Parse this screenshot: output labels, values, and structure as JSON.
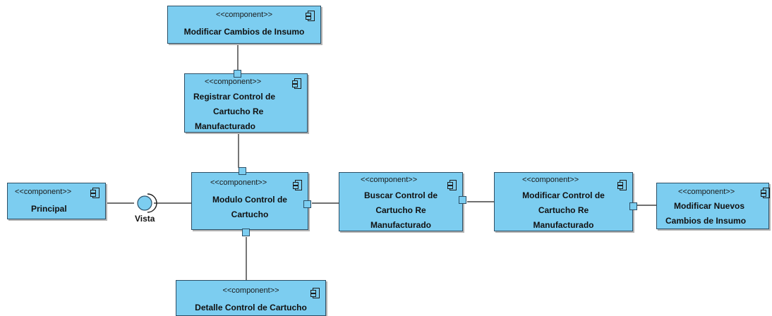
{
  "colors": {
    "component_fill": "#7ccdf0",
    "component_border": "#2c4f66",
    "connector": "#1a1a1a"
  },
  "components": {
    "modificar_cambios_insumo": {
      "stereotype": "<<component>>",
      "lines": [
        "Modificar Cambios de Insumo"
      ]
    },
    "registrar_control": {
      "stereotype": "<<component>>",
      "lines": [
        "Registrar Control de",
        "Cartucho Re",
        "Manufacturado"
      ]
    },
    "principal": {
      "stereotype": "<<component>>",
      "lines": [
        "Principal"
      ]
    },
    "modulo_control": {
      "stereotype": "<<component>>",
      "lines": [
        "Modulo Control de",
        "Cartucho"
      ]
    },
    "buscar_control": {
      "stereotype": "<<component>>",
      "lines": [
        "Buscar Control de",
        "Cartucho Re",
        "Manufacturado"
      ]
    },
    "modificar_control": {
      "stereotype": "<<component>>",
      "lines": [
        "Modificar Control de",
        "Cartucho Re",
        "Manufacturado"
      ]
    },
    "modificar_nuevos": {
      "stereotype": "<<component>>",
      "lines": [
        "Modificar Nuevos",
        "Cambios de Insumo"
      ]
    },
    "detalle_control": {
      "stereotype": "<<component>>",
      "lines": [
        "Detalle Control de Cartucho"
      ]
    }
  },
  "interface": {
    "label": "Vista",
    "icon": "provided-interface-icon"
  }
}
